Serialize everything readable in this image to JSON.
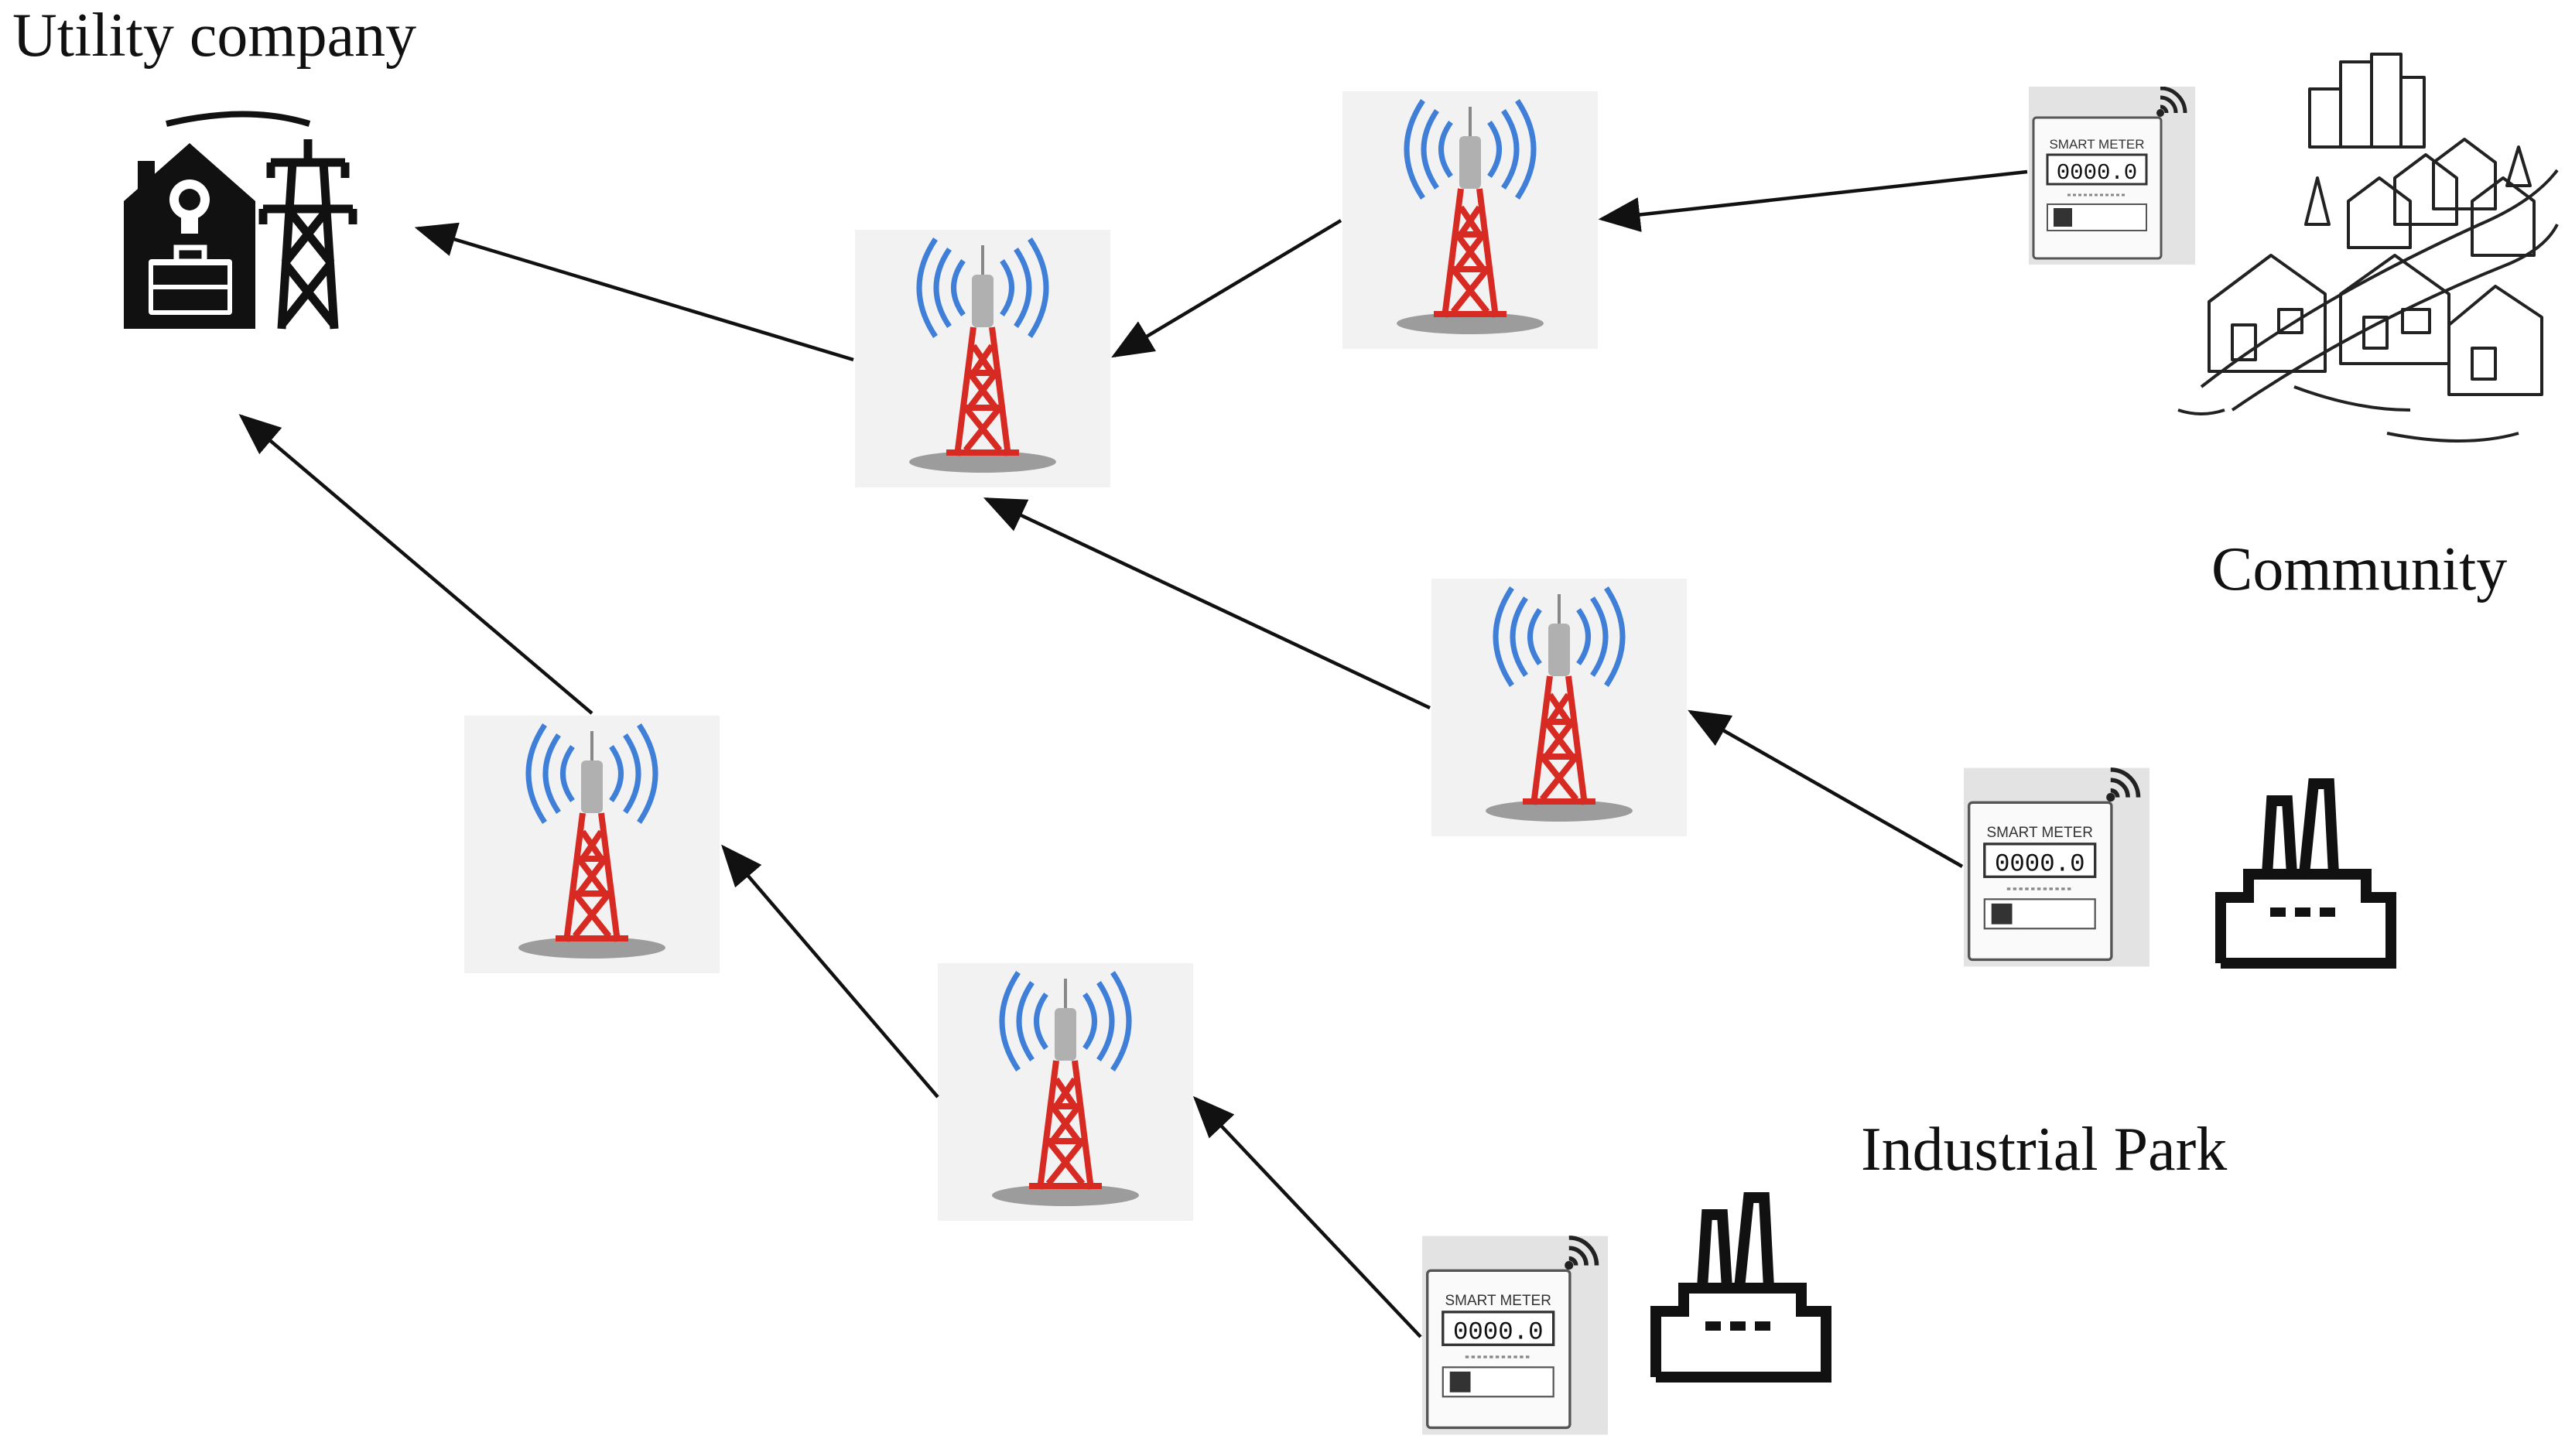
{
  "labels": {
    "utility_company": "Utility company",
    "community": "Community",
    "industrial_park": "Industrial Park"
  },
  "meter": {
    "title": "SMART METER",
    "reading": "0000.0"
  },
  "icons": {
    "utility": "utility-company-icon",
    "tower": "cell-tower-icon",
    "meter": "smart-meter-icon",
    "factory": "factory-icon",
    "community": "community-houses-icon"
  },
  "colors": {
    "tower_red": "#d62a22",
    "tower_gray": "#b0b0b0",
    "signal_blue": "#3f7fd8",
    "tile_bg": "#f2f2f2",
    "arrow": "#111111"
  }
}
